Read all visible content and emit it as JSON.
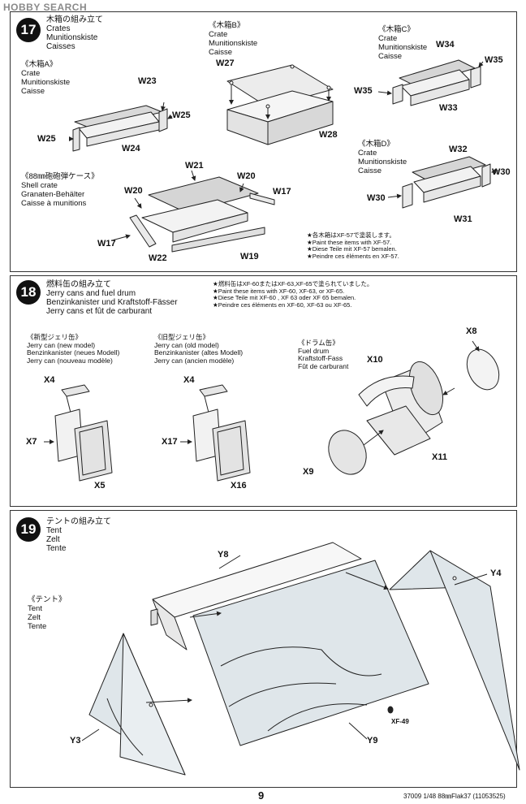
{
  "watermark": "HOBBY SEARCH",
  "step17": {
    "number": "17",
    "title": [
      "木箱の組み立て",
      "Crates",
      "Munitionskiste",
      "Caisses"
    ],
    "crate_a": [
      "《木箱A》",
      "Crate",
      "Munitionskiste",
      "Caisse"
    ],
    "crate_b": [
      "《木箱B》",
      "Crate",
      "Munitionskiste",
      "Caisse"
    ],
    "crate_c": [
      "《木箱C》",
      "Crate",
      "Munitionskiste",
      "Caisse"
    ],
    "crate_d": [
      "《木箱D》",
      "Crate",
      "Munitionskiste",
      "Caisse"
    ],
    "shell_crate": [
      "《88㎜砲砲弾ケース》",
      "Shell crate",
      "Granaten-Behälter",
      "Caisse à munitions"
    ],
    "paint_note": [
      "★各木箱はXF-57で塗装します。",
      "★Paint these items with XF-57.",
      "★Diese Teile mit XF-57 bemalen.",
      "★Peindre ces éléments en XF-57."
    ],
    "parts": {
      "w23": "W23",
      "w25a": "W25",
      "w25b": "W25",
      "w24": "W24",
      "w27": "W27",
      "w28": "W28",
      "w34": "W34",
      "w35a": "W35",
      "w35b": "W35",
      "w33": "W33",
      "w32": "W32",
      "w30a": "W30",
      "w30b": "W30",
      "w31": "W31",
      "w21": "W21",
      "w20a": "W20",
      "w20b": "W20",
      "w17a": "W17",
      "w17b": "W17",
      "w22": "W22",
      "w19": "W19"
    }
  },
  "step18": {
    "number": "18",
    "title": [
      "燃料缶の組み立て",
      "Jerry cans and fuel drum",
      "Benzinkanister und Kraftstoff-Fässer",
      "Jerry cans et fût de carburant"
    ],
    "paint_note": [
      "★燃料缶はXF-60またはXF-63,XF-65で塗られていました。",
      "★Paint these items with XF-60, XF-63, or XF-65.",
      "★Diese Teile mit XF-60 , XF 63 oder XF 65 bemalen.",
      "★Peindre ces éléments en XF-60, XF-63 ou XF-65."
    ],
    "new_can": [
      "《新型ジェリ缶》",
      "Jerry can (new model)",
      "Benzinkanister (neues Modell)",
      "Jerry can (nouveau modèle)"
    ],
    "old_can": [
      "《旧型ジェリ缶》",
      "Jerry can (old model)",
      "Benzinkanister (altes Modell)",
      "Jerry can (ancien modèle)"
    ],
    "drum": [
      "《ドラム缶》",
      "Fuel drum",
      "Kraftstoff-Fass",
      "Fût de carburant"
    ],
    "parts": {
      "x4a": "X4",
      "x7": "X7",
      "x5": "X5",
      "x4b": "X4",
      "x17": "X17",
      "x16": "X16",
      "x8": "X8",
      "x10": "X10",
      "x9": "X9",
      "x11": "X11"
    }
  },
  "step19": {
    "number": "19",
    "title": [
      "テントの組み立て",
      "Tent",
      "Zelt",
      "Tente"
    ],
    "tent": [
      "《テント》",
      "Tent",
      "Zelt",
      "Tente"
    ],
    "parts": {
      "y8": "Y8",
      "y4": "Y4",
      "y3": "Y3",
      "y9": "Y9",
      "xf49": "XF-49"
    }
  },
  "footer": {
    "page_number": "9",
    "code": "37009  1/48 88㎜Flak37 (11053525)"
  }
}
